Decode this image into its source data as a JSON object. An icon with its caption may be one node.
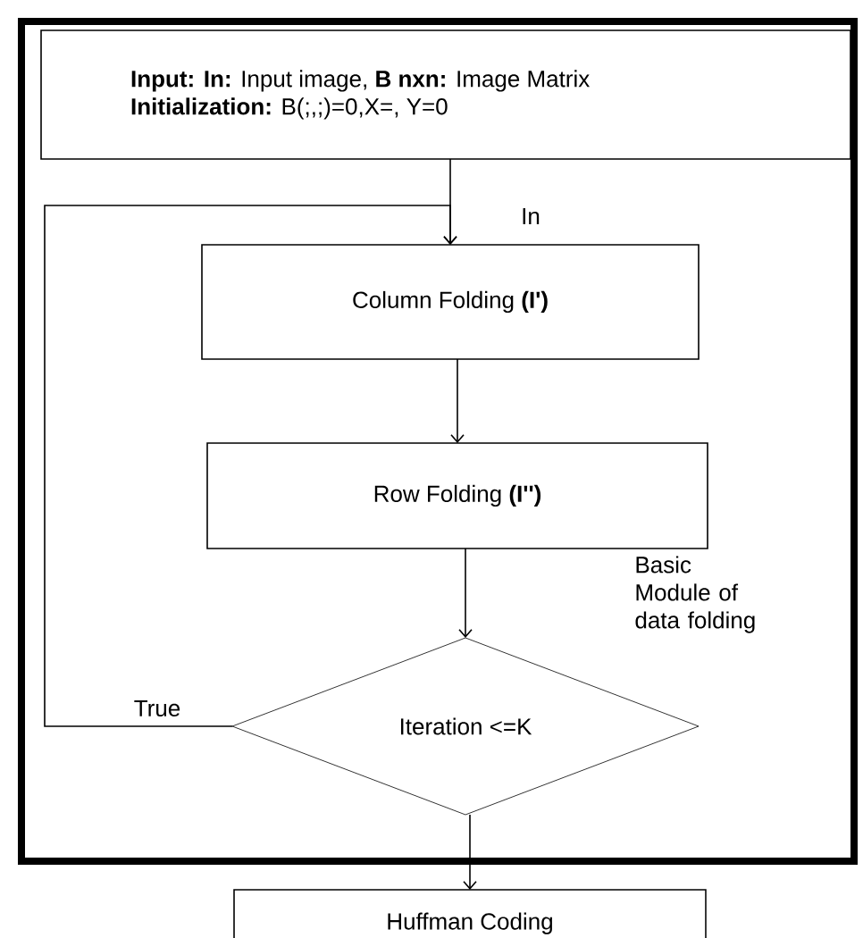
{
  "diagram": {
    "nodes": [
      {
        "text": [
          "Basic Module of data folding"
        ]
      },
      {
        "text": [
          "**Input: In:** Input image, **B nxn:** Image Matrix",
          "**Initialization:** B(;,;)=0,X=, Y=0"
        ],
        "in": 0
      },
      {
        "text": [
          "Column Folding **(I')**"
        ],
        "in": 0
      },
      {
        "text": [
          "Row Folding **(I'')**"
        ],
        "in": 0
      },
      {
        "text": [
          "Iteration <=K"
        ],
        "in": 0
      },
      {
        "text": [
          "Huffman Coding"
        ]
      }
    ],
    "edges": [
      {
        "from": 1,
        "to": 2,
        "arrow": "to",
        "label": "In"
      },
      {
        "from": 2,
        "to": 3,
        "arrow": "to"
      },
      {
        "from": 3,
        "to": 4,
        "arrow": "to"
      },
      {
        "from": 4,
        "to": 2,
        "arrow": "to",
        "label": "True"
      },
      {
        "from": 4,
        "to": 5,
        "arrow": "to"
      }
    ]
  }
}
